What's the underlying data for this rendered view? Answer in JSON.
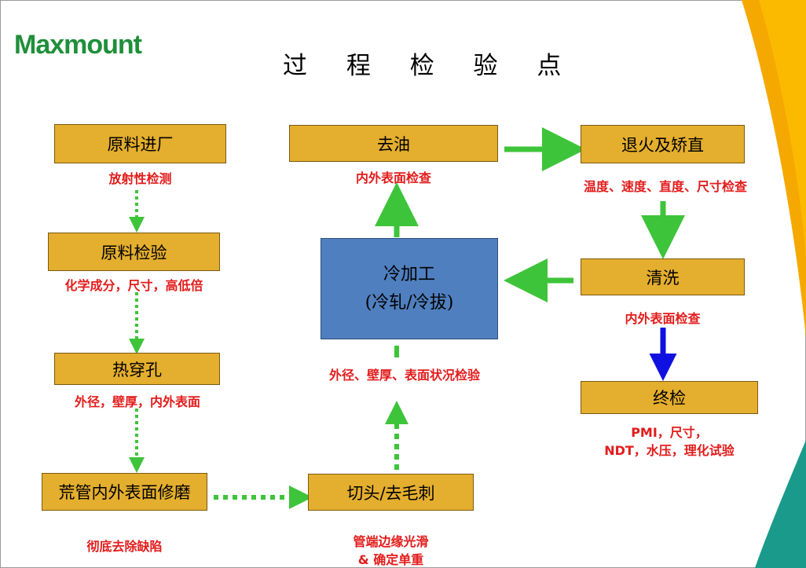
{
  "logo": "Maxmount",
  "title": "过 程 检 验 点",
  "steps": {
    "raw_material_in": {
      "label": "原料进厂",
      "note": "放射性检测"
    },
    "raw_material_inspection": {
      "label": "原料检验",
      "note": "化学成分，尺寸，高低倍"
    },
    "hot_piercing": {
      "label": "热穿孔",
      "note": "外径，壁厚，内外表面"
    },
    "grinding": {
      "label": "荒管内外表面修磨",
      "note": "彻底去除缺陷"
    },
    "cutting": {
      "label": "切头/去毛刺",
      "note_line1": "管端边缘光滑",
      "note_line2": "& 确定单重"
    },
    "cold_working": {
      "line1": "冷加工",
      "line2": "(冷轧/冷拔)",
      "note": "外径、壁厚、表面状况检验"
    },
    "degreasing": {
      "label": "去油",
      "note": "内外表面检查"
    },
    "annealing": {
      "label": "退火及矫直",
      "note": "温度、速度、直度、尺寸检查"
    },
    "cleaning": {
      "label": "清洗",
      "note": "内外表面检查"
    },
    "final_inspection": {
      "label": "终检",
      "note_line1": "PMI，尺寸，",
      "note_line2": "NDT，水压，理化试验"
    }
  },
  "colors": {
    "box": "#e4ae2e",
    "cold_box": "#4f7fbe",
    "note": "#e31b1b",
    "arrow_green": "#3ec43a",
    "arrow_blue": "#1010e0",
    "logo": "#1f8f3a",
    "corner_orange": "#f5a800",
    "corner_teal": "#1a9a8a"
  }
}
